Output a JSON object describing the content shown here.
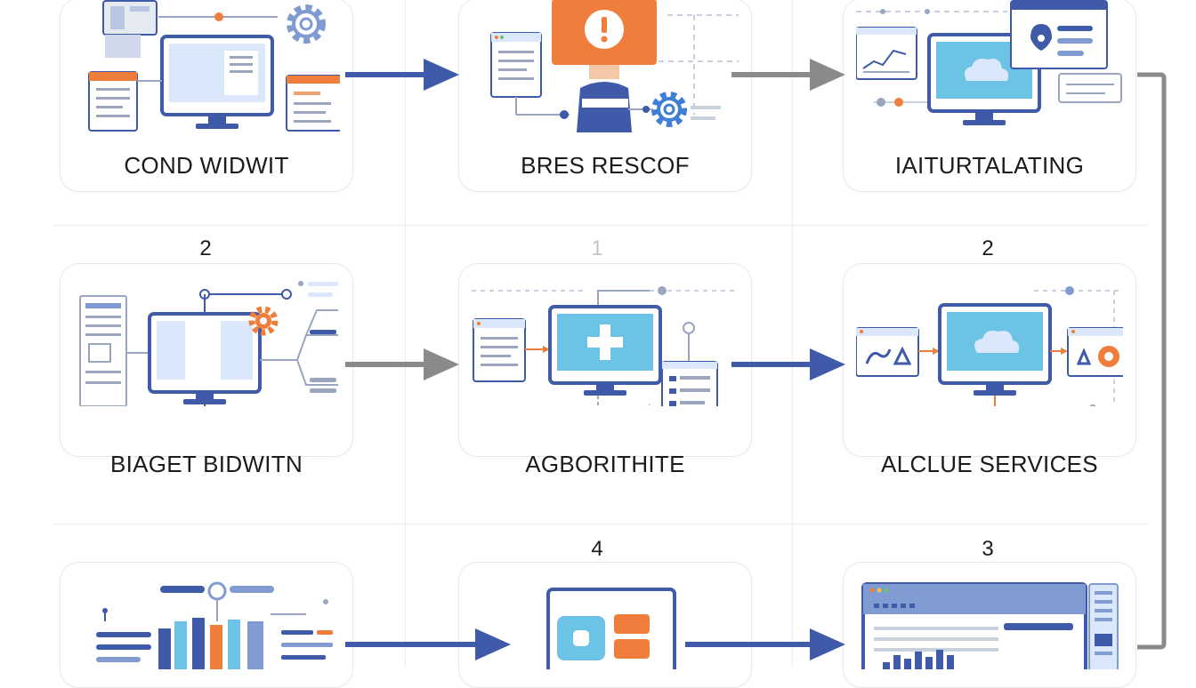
{
  "colors": {
    "navy": "#3e5aa8",
    "grey_arrow": "#8a8a8a",
    "orange": "#ef7d3b",
    "light_blue": "#6cc3e6",
    "monitor_screen": "#dbe8fb",
    "label": "#1b1b1b"
  },
  "cards": [
    {
      "label": "COND WIDWIT",
      "icon": "monitor-docs-gear-icon"
    },
    {
      "label": "BRES RESCOF",
      "icon": "user-alert-icon"
    },
    {
      "label": "IAITURTALATING",
      "icon": "monitor-cloud-panels-icon"
    },
    {
      "label": "BIAGET BIDWITN",
      "icon": "monitor-network-icon"
    },
    {
      "label": "AGBORITHITE",
      "icon": "monitor-plus-icon"
    },
    {
      "label": "ALCLUE SERVICES",
      "icon": "monitor-cloud-services-icon"
    },
    {
      "label": "",
      "icon": "bar-chart-icon"
    },
    {
      "label": "",
      "icon": "dashboard-tiles-icon"
    },
    {
      "label": "",
      "icon": "browser-analytics-icon"
    }
  ],
  "step_numbers": {
    "row2_left": "2",
    "row2_middle": "1",
    "row2_right": "2",
    "row3_middle": "4",
    "row3_right": "3"
  }
}
